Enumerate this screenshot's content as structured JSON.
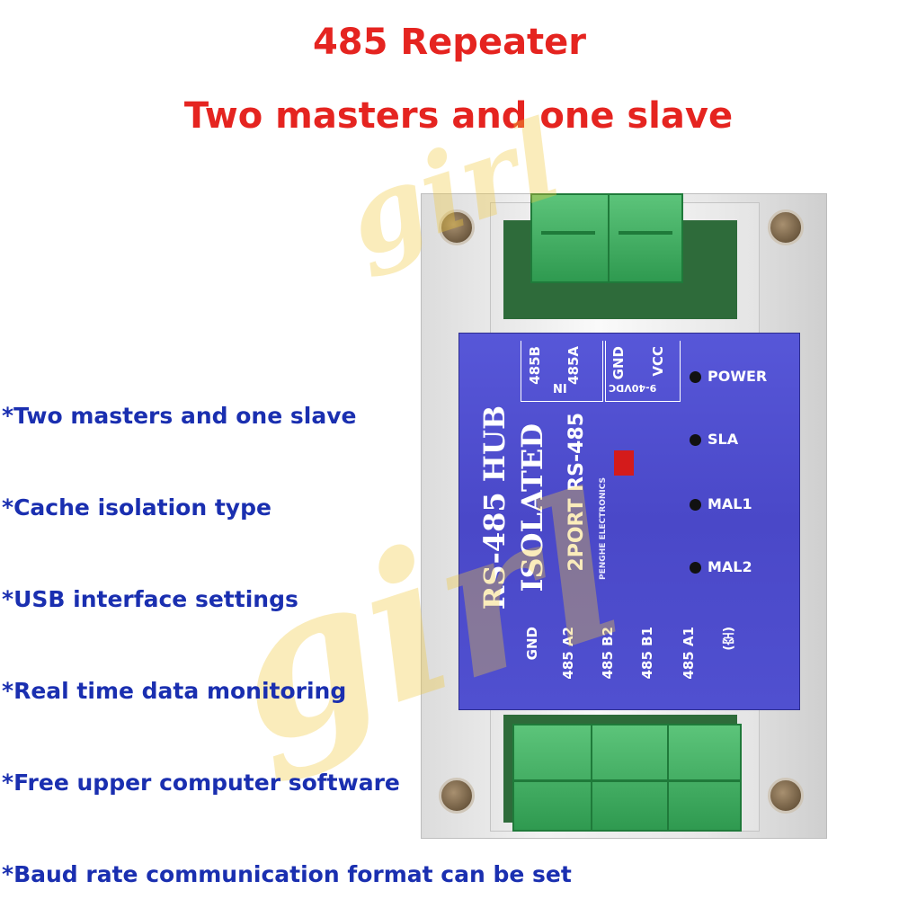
{
  "title": {
    "line1": "485 Repeater",
    "line2": "Two masters and one slave"
  },
  "watermark": {
    "text": "girl"
  },
  "features": [
    "*Two masters and one slave",
    "*Cache isolation type",
    "*USB interface settings",
    "*Real time data monitoring",
    "*Free upper computer software",
    "*Baud rate communication format can be set"
  ],
  "device": {
    "product_name": "RS-485 HUB",
    "product_type": "ISOLATED",
    "model": "2PORT RS-485",
    "brand": "PENGHE ELECTRONICS",
    "top_terminals": {
      "in_b": "485B",
      "in_a": "485A",
      "in_label": "IN",
      "gnd": "GND",
      "vcc": "VCC",
      "voltage": "9-40VDC"
    },
    "leds": [
      "POWER",
      "SLA",
      "MAL1",
      "MAL2"
    ],
    "bottom_terminals": [
      "GND",
      "485 A2",
      "485 B2",
      "485 B1",
      "485 A1",
      "(空)"
    ]
  },
  "colors": {
    "title": "#e52420",
    "feature_text": "#1a2fb0",
    "label_panel": "#4a48c8",
    "terminal_green": "#3fae60"
  }
}
